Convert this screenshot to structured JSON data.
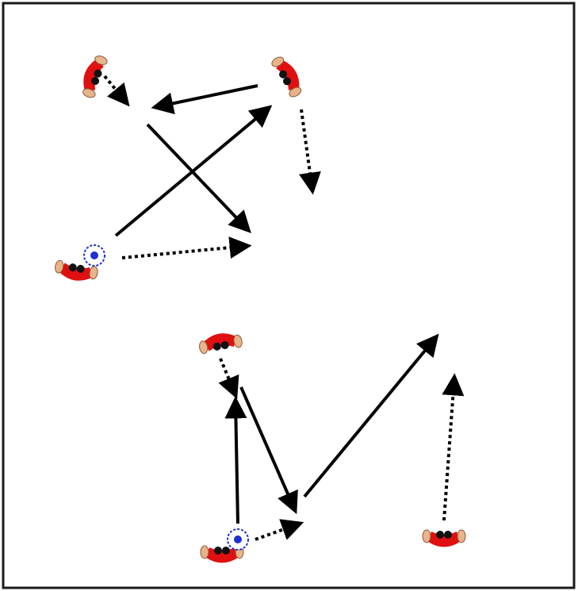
{
  "diagram": {
    "colors": {
      "background": "#ffffff",
      "border": "#1a1a1a",
      "player_shirt": "#e01010",
      "player_head": "#111111",
      "player_skin": "#e8b48a",
      "ball_outer": "#1f2fd0",
      "arrow": "#000000"
    },
    "legend_semantics": {
      "solid_arrow": "pass",
      "dotted_arrow": "player run"
    },
    "players": [
      {
        "id": "p1",
        "has_ball": false
      },
      {
        "id": "p2",
        "has_ball": false
      },
      {
        "id": "p3",
        "has_ball": true
      },
      {
        "id": "p4",
        "has_ball": false
      },
      {
        "id": "p5",
        "has_ball": true
      },
      {
        "id": "p6",
        "has_ball": false
      }
    ],
    "balls": 2,
    "arrows": {
      "solid": 6,
      "dotted": 6
    }
  }
}
